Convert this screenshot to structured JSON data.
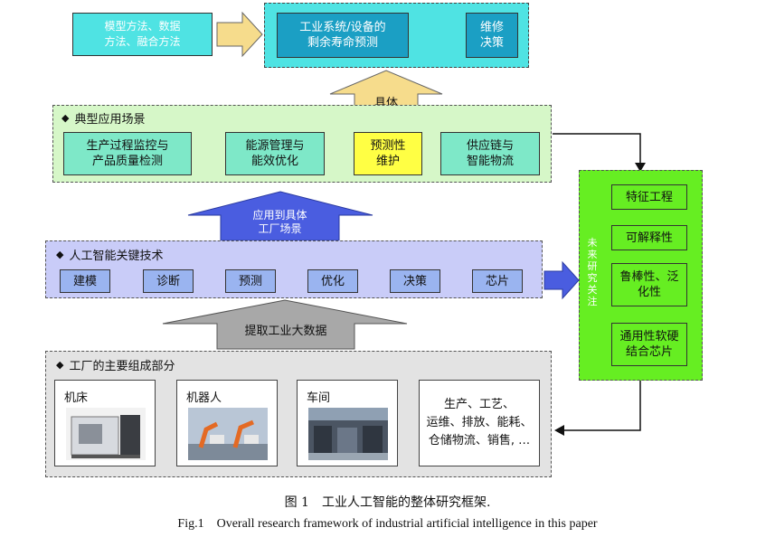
{
  "top": {
    "methods": "模型方法、数据\n方法、融合方法",
    "rul": "工业系统/设备的\n剩余寿命预测",
    "maintenance": "维修\n决策"
  },
  "arrows": {
    "specific_thinking": "具体\n思路",
    "apply_to_factory": "应用到具体\n工厂场景",
    "extract_big_data": "提取工业大数据"
  },
  "applications": {
    "title": "典型应用场景",
    "items": [
      "生产过程监控与\n产品质量检测",
      "能源管理与\n能效优化",
      "预测性\n维护",
      "供应链与\n智能物流"
    ]
  },
  "ai_tech": {
    "title": "人工智能关键技术",
    "items": [
      "建模",
      "诊断",
      "预测",
      "优化",
      "决策",
      "芯片"
    ]
  },
  "future": {
    "title": "未来研究关注",
    "items": [
      "特征工程",
      "可解释性",
      "鲁棒性、泛\n化性",
      "通用性软硬\n结合芯片"
    ]
  },
  "factory": {
    "title": "工厂的主要组成部分",
    "cards": [
      "机床",
      "机器人",
      "车间"
    ],
    "others": "生产、工艺、\n运维、排放、能耗、\n仓储物流、销售, …"
  },
  "captions": {
    "cn": "图 1　工业人工智能的整体研究框架.",
    "en": "Fig.1　Overall research framework of industrial artificial intelligence in this paper"
  },
  "colors": {
    "cyan": "#4fe3e3",
    "teal_dark": "#1b9fc4",
    "mint": "#7ee8c8",
    "light_green_bg": "#d6f7c8",
    "yellow": "#ffff44",
    "lavender_bg": "#c9ccf8",
    "blue_btn": "#9ab4f0",
    "green": "#66ee22",
    "gray_bg": "#e3e3e3"
  }
}
